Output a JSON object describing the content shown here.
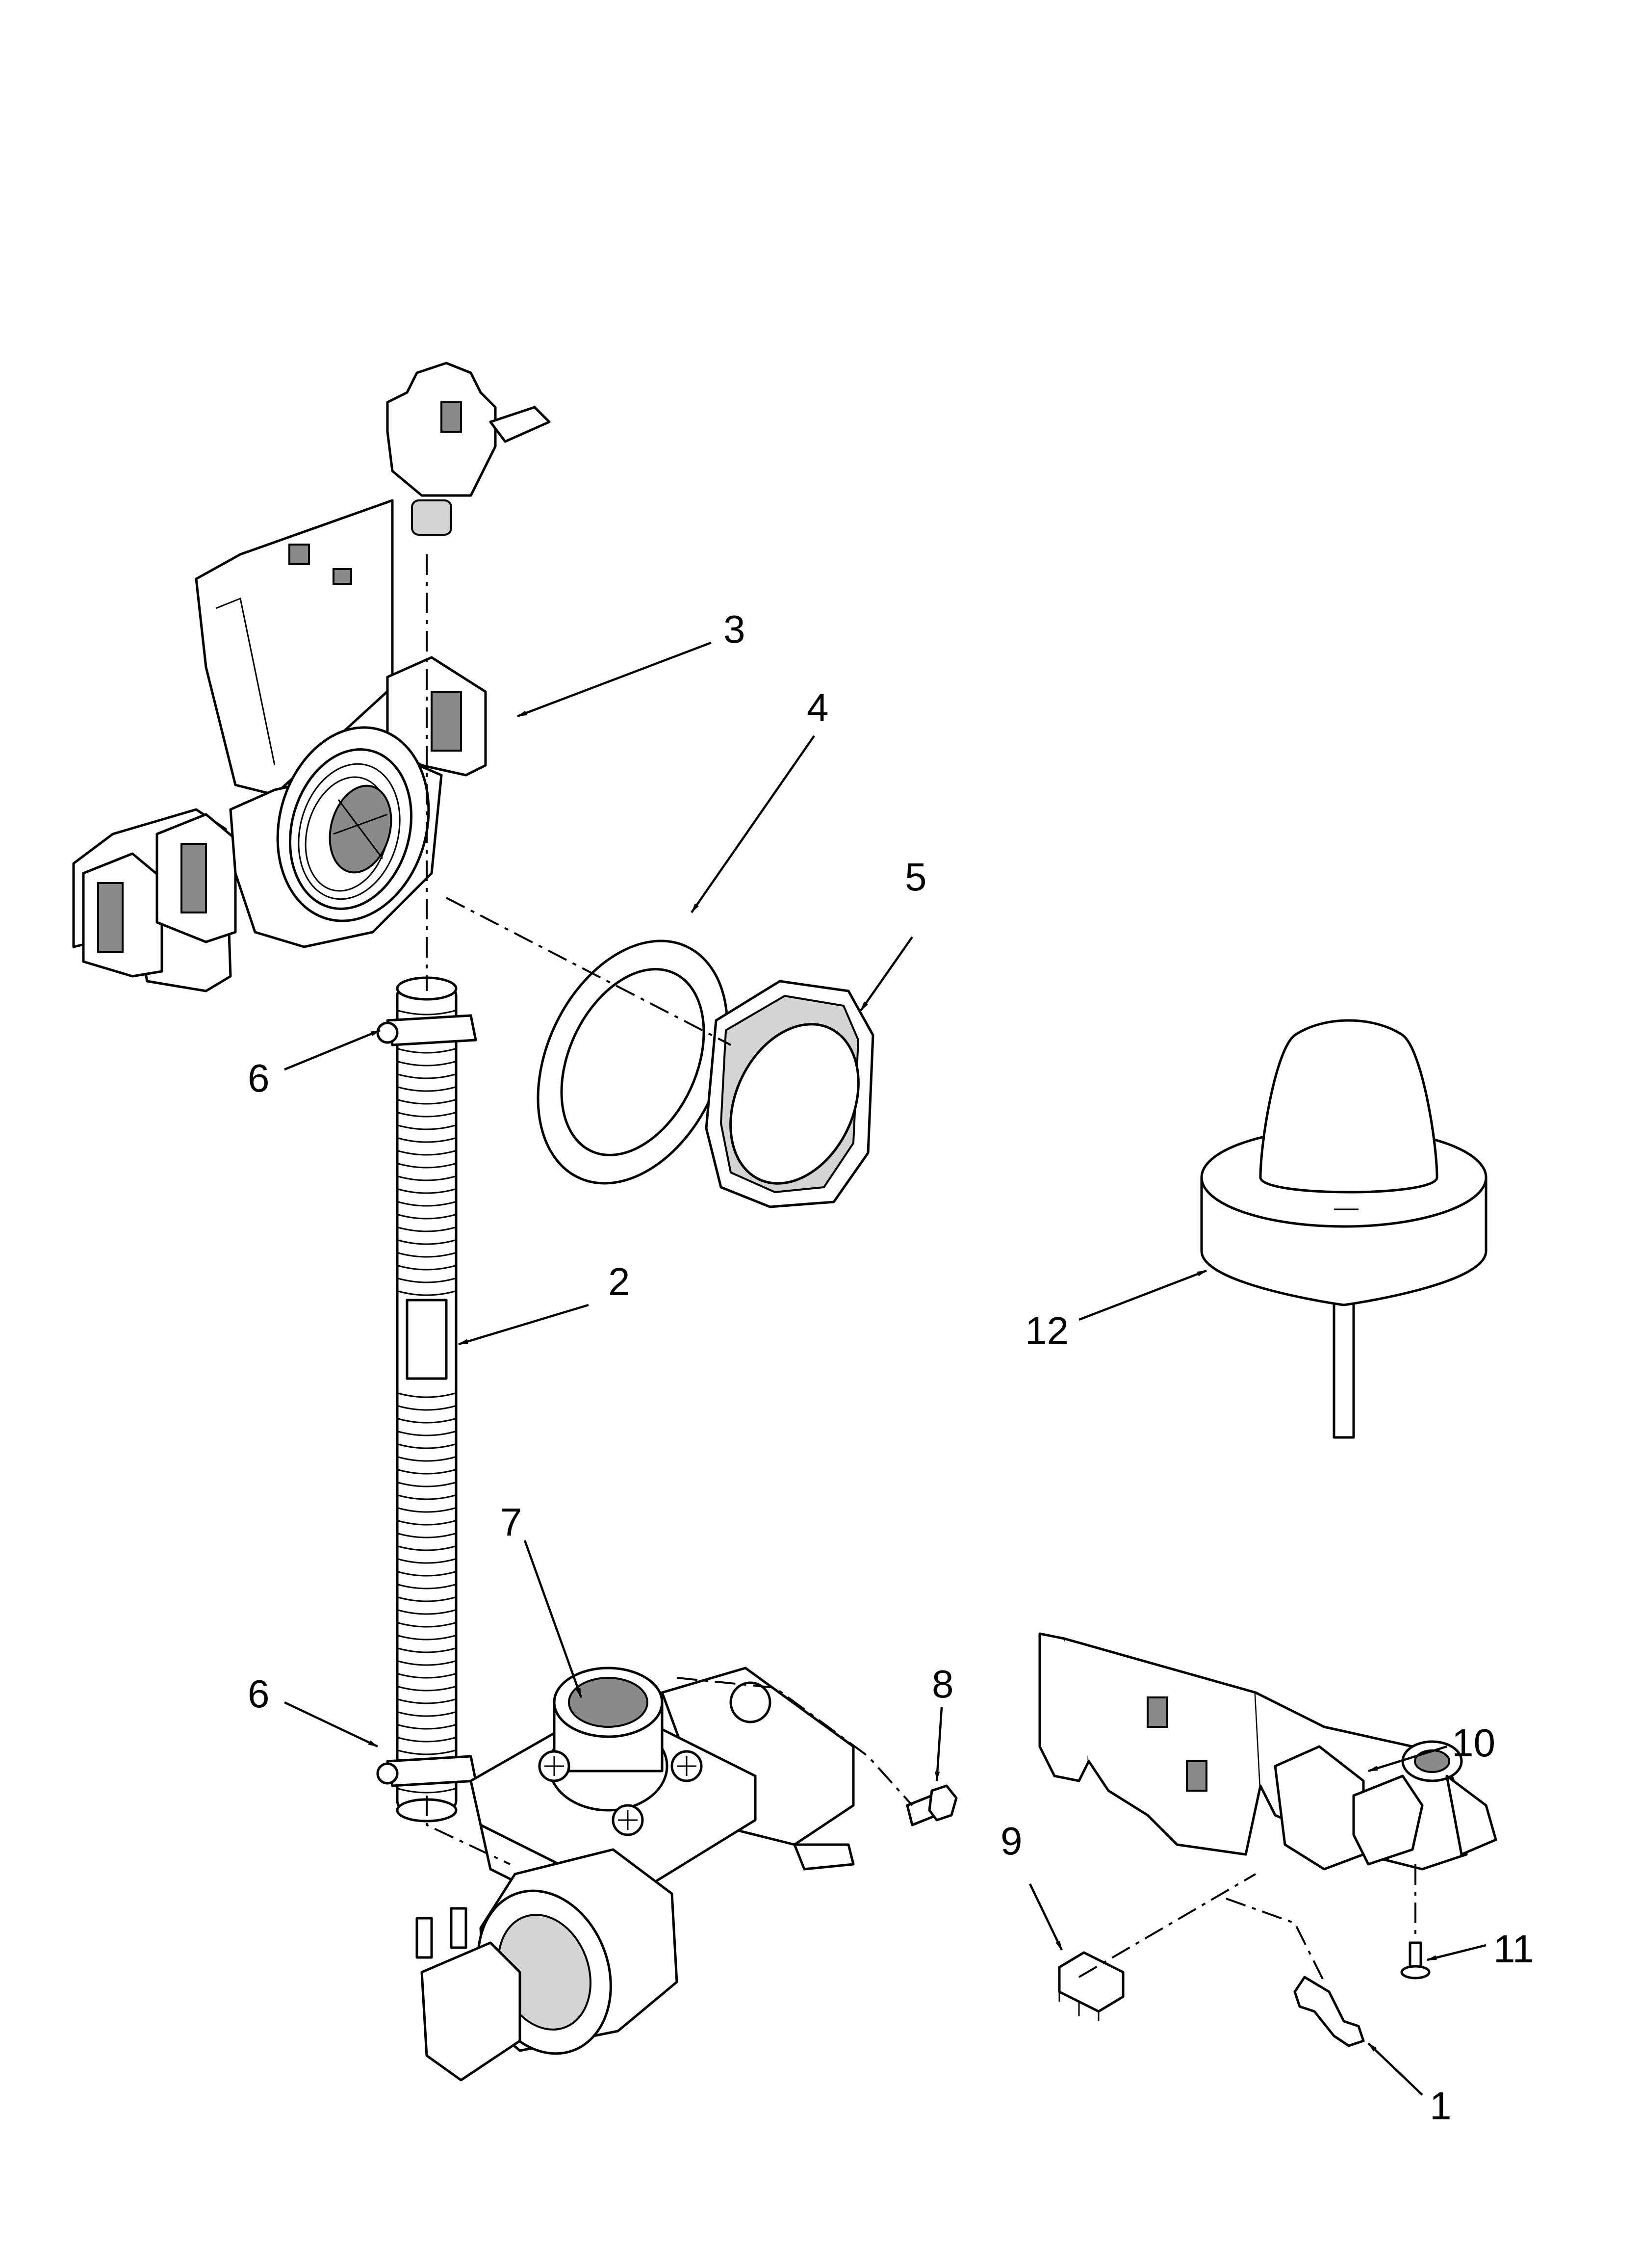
{
  "callouts": {
    "c1": "1",
    "c2": "2",
    "c3": "3",
    "c4": "4",
    "c5": "5",
    "c6a": "6",
    "c6b": "6",
    "c7": "7",
    "c8": "8",
    "c9": "9",
    "c10": "10",
    "c11": "11",
    "c12": "12"
  }
}
